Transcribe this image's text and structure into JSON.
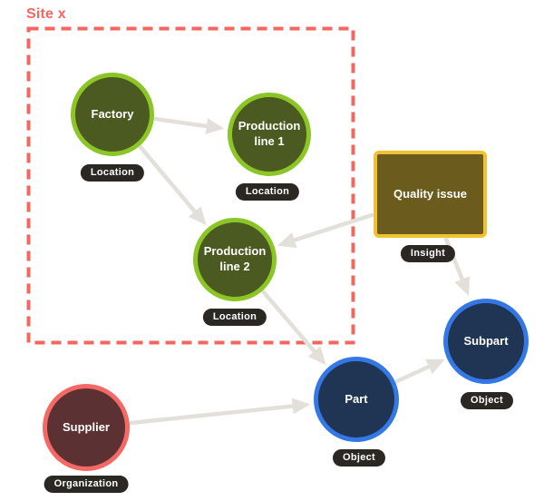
{
  "site": {
    "label": "Site x"
  },
  "nodes": [
    {
      "id": "factory",
      "label": "Factory",
      "type": "Location",
      "shape": "circle",
      "border_color": "#8bc626",
      "fill_color": "#4b5a20"
    },
    {
      "id": "production-line-1",
      "label": "Production line 1",
      "type": "Location",
      "shape": "circle",
      "border_color": "#8bc626",
      "fill_color": "#4b5a20"
    },
    {
      "id": "production-line-2",
      "label": "Production line 2",
      "type": "Location",
      "shape": "circle",
      "border_color": "#8bc626",
      "fill_color": "#4b5a20"
    },
    {
      "id": "quality-issue",
      "label": "Quality issue",
      "type": "Insight",
      "shape": "rect",
      "border_color": "#f0c233",
      "fill_color": "#6b5c1e"
    },
    {
      "id": "part",
      "label": "Part",
      "type": "Object",
      "shape": "circle",
      "border_color": "#3478e6",
      "fill_color": "#203454"
    },
    {
      "id": "subpart",
      "label": "Subpart",
      "type": "Object",
      "shape": "circle",
      "border_color": "#3478e6",
      "fill_color": "#203454"
    },
    {
      "id": "supplier",
      "label": "Supplier",
      "type": "Organization",
      "shape": "circle",
      "border_color": "#f56964",
      "fill_color": "#5c3133"
    }
  ],
  "edges": [
    {
      "from": "factory",
      "to": "production-line-1"
    },
    {
      "from": "factory",
      "to": "production-line-2"
    },
    {
      "from": "quality-issue",
      "to": "production-line-2"
    },
    {
      "from": "quality-issue",
      "to": "subpart"
    },
    {
      "from": "production-line-2",
      "to": "part"
    },
    {
      "from": "supplier",
      "to": "part"
    },
    {
      "from": "part",
      "to": "subpart"
    }
  ],
  "colors": {
    "background": "#ffffff",
    "site_boundary": "#f4665f",
    "arrow": "#e3e0db",
    "badge_bg": "#2b2723",
    "badge_text": "#ffffff"
  }
}
